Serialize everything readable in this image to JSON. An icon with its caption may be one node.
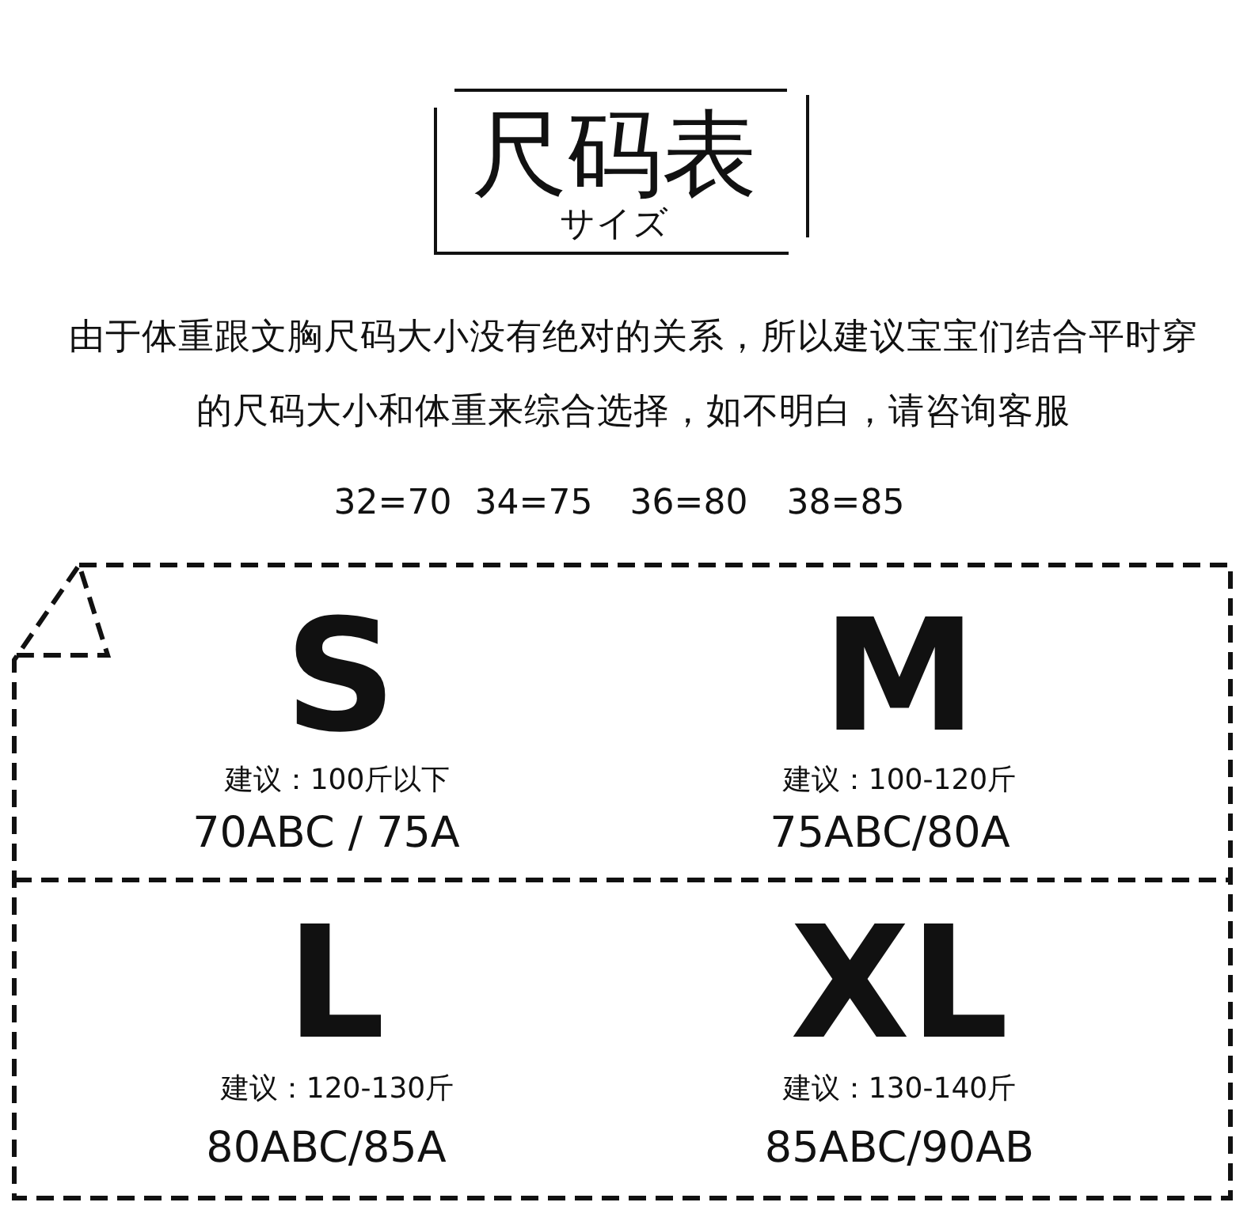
{
  "diagram": {
    "title": "尺码表",
    "labels": [
      "サイズ",
      "由于体重跟文胸尺码大小没有绝对的关系，所以建议宝宝们结合平时穿的尺码大小和体重来综合选择，如不明白，请咨询客服",
      "32=70",
      "34=75",
      "36=80",
      "38=85",
      "S",
      "M",
      "建议：100斤以下",
      "建议：100-120斤",
      "70ABC / 75A",
      "75ABC/80A",
      "L",
      "XL",
      "建议：120-130斤",
      "建议：130-140斤",
      "80ABC/85A",
      "85ABC/90AB"
    ]
  }
}
